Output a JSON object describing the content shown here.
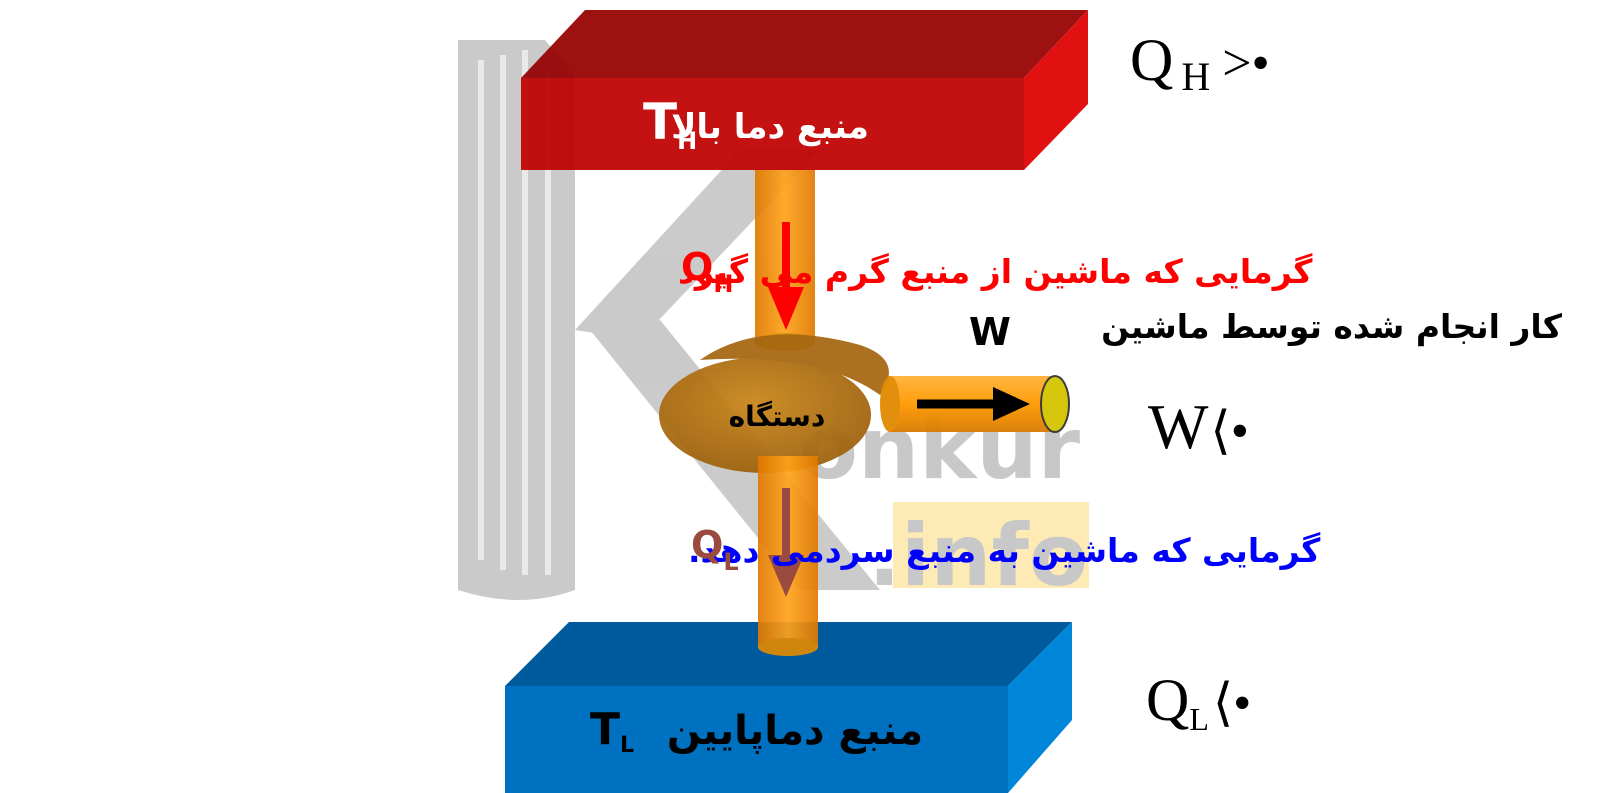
{
  "watermark": {
    "brand_text": "onkur",
    "domain_text": ".info"
  },
  "hot_reservoir": {
    "label": "منبع دما بالا",
    "symbol": "T",
    "subscript": "H"
  },
  "cold_reservoir": {
    "label": "منبع دماپایین",
    "symbol": "T",
    "subscript": "L"
  },
  "device": {
    "label": "دستگاه"
  },
  "heat_in": {
    "symbol": "Q",
    "subscript": "H",
    "description": "گرمایی که ماشین از منبع گرم می گیرد"
  },
  "heat_out": {
    "symbol": "Q",
    "subscript": "L",
    "description": "گرمایی که ماشین به منبع سردمی دهد."
  },
  "work": {
    "symbol": "W",
    "description": "کار انجام شده توسط ماشین"
  },
  "sign_conventions": {
    "qh": {
      "symbol": "Q",
      "subscript": "H",
      "relation": ">•"
    },
    "w": {
      "symbol": "W",
      "relation": "⟨•"
    },
    "ql": {
      "symbol": "Q",
      "subscript": "L",
      "relation": "⟨•"
    }
  },
  "colors": {
    "hot_front": "#c00000",
    "hot_top": "#960000",
    "hot_side": "#e00000",
    "cold_front": "#0070c0",
    "cold_top": "#005a9e",
    "cold_side": "#0086d9",
    "pipe": "#ff9900",
    "device": "#b8720f",
    "heat_in_arrow": "#ff0000",
    "heat_out_arrow": "#9b4a40",
    "heat_in_text": "#ff0000",
    "heat_out_text": "#0000ff",
    "watermark_gray": "#c8c8c8",
    "watermark_yellow": "#fde9b0"
  }
}
